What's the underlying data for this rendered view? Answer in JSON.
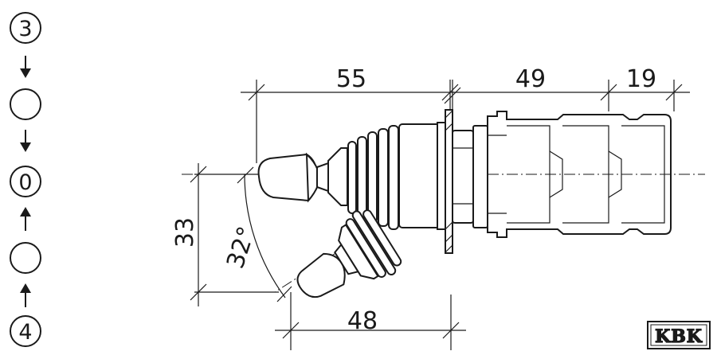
{
  "positions": {
    "labels": [
      "3",
      "0",
      "4"
    ],
    "arrows": [
      "down",
      "down",
      "up",
      "up"
    ]
  },
  "dimensions": {
    "d55": "55",
    "d49": "49",
    "d19": "19",
    "d33": "33",
    "d48": "48",
    "angle": "32°"
  },
  "logo": {
    "text": "KBK"
  }
}
